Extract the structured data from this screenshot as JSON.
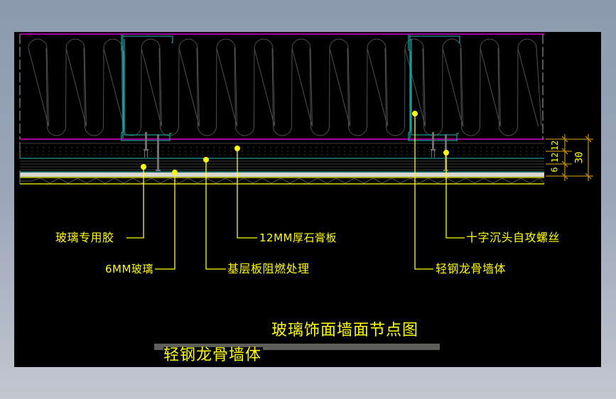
{
  "drawing": {
    "title": "玻璃饰面墙面节点图",
    "subtitle": "轻钢龙骨墙体",
    "colors": {
      "background": "#000000",
      "frame_bg": "#8c9aae",
      "outline": "#ff00ff",
      "stud": "#1a9a9a",
      "insulation": "#505050",
      "leader": "#ffff00",
      "dimension": "#b8860b",
      "glass": "#d8d8d0",
      "screw": "#6e6e6e"
    },
    "callouts": [
      {
        "id": "glass-adhesive",
        "text": "玻璃专用胶"
      },
      {
        "id": "glass-6mm",
        "text": "6MM玻璃"
      },
      {
        "id": "base-board",
        "text": "基层板阻燃处理"
      },
      {
        "id": "gypsum-12mm",
        "text": "12MM厚石膏板"
      },
      {
        "id": "steel-stud-wall",
        "text": "轻钢龙骨墙体"
      },
      {
        "id": "cross-screw",
        "text": "十字沉头自攻螺丝"
      }
    ],
    "dimensions": {
      "segments": [
        "12",
        "12",
        "6"
      ],
      "total": "30"
    }
  }
}
